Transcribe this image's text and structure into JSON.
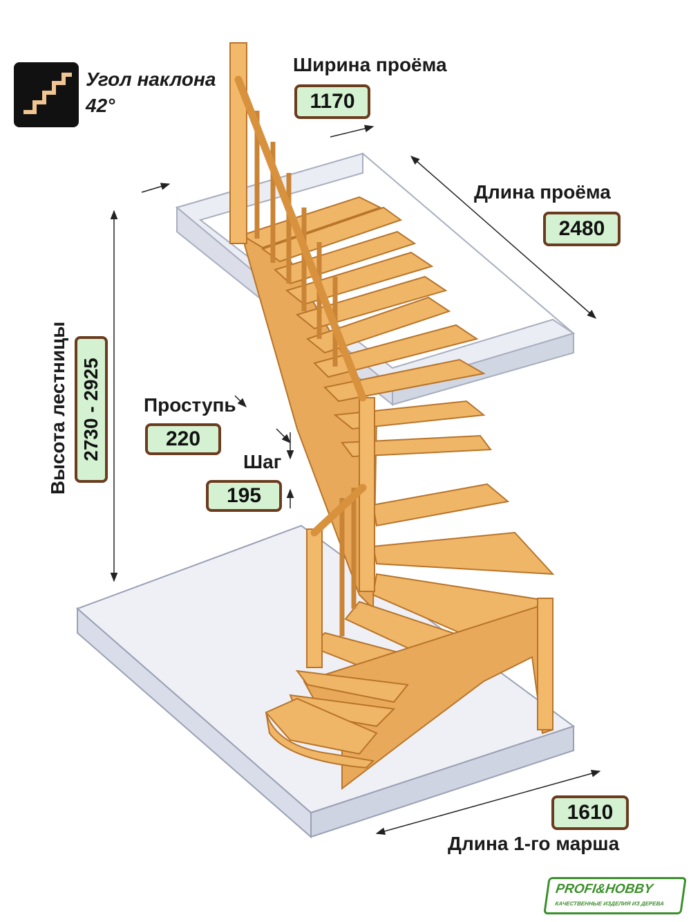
{
  "angle": {
    "title": "Угол наклона",
    "value": "42°"
  },
  "opening_width": {
    "label": "Ширина проёма",
    "value": "1170"
  },
  "opening_length": {
    "label": "Длина проёма",
    "value": "2480"
  },
  "stair_height": {
    "label": "Высота лестницы",
    "value": "2730 - 2925"
  },
  "tread": {
    "label": "Проступь",
    "value": "220"
  },
  "step": {
    "label": "Шаг",
    "value": "195"
  },
  "first_flight": {
    "label": "Длина 1-го марша",
    "value": "1610"
  },
  "logo": {
    "main": "PROFI&HOBBY",
    "sub": "КАЧЕСТВЕННЫЕ ИЗДЕЛИЯ ИЗ ДЕРЕВА"
  },
  "colors": {
    "wood": "#e9a95a",
    "wood_dark": "#c98436",
    "value_bg": "#d4f2d2",
    "value_border": "#6b3b1e",
    "slab": "#dfe3ee",
    "brand": "#3a8f2a"
  }
}
